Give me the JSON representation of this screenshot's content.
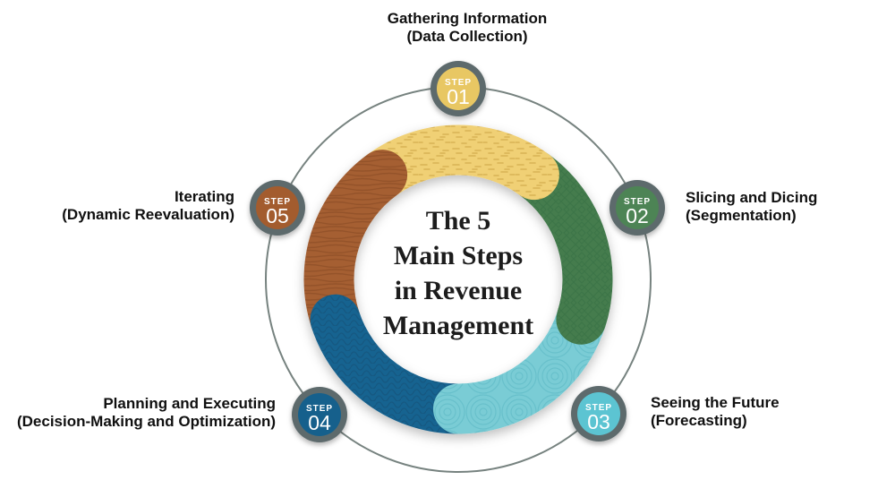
{
  "shared": {
    "step_word": "STEP"
  },
  "title": {
    "lines": [
      "The 5",
      "Main Steps",
      "in Revenue",
      "Management"
    ]
  },
  "steps": [
    {
      "number": "01",
      "label": "Gathering Information",
      "sublabel": "(Data Collection)",
      "color": "#f0d074",
      "texture_color": "#c9a145",
      "badge_color": "#e8c763"
    },
    {
      "number": "02",
      "label": "Slicing and Dicing",
      "sublabel": "(Segmentation)",
      "color": "#447c4d",
      "texture_color": "#346b40",
      "badge_color": "#4d8455"
    },
    {
      "number": "03",
      "label": "Seeing the Future",
      "sublabel": "(Forecasting)",
      "color": "#7accd5",
      "texture_color": "#58b6c2",
      "badge_color": "#5bc4d2"
    },
    {
      "number": "04",
      "label": "Planning and Executing",
      "sublabel": "(Decision-Making and Optimization)",
      "color": "#166390",
      "texture_color": "#0f4d72",
      "badge_color": "#15618c"
    },
    {
      "number": "05",
      "label": "Iterating",
      "sublabel": "(Dynamic Reevaluation)",
      "color": "#a55e31",
      "texture_color": "#844823",
      "badge_color": "#a35b2e"
    }
  ],
  "colors": {
    "badge_ring": "#5d6a6c",
    "orbit_circle": "#76827f",
    "background": "#ffffff",
    "title_text": "#1c1c1c",
    "label_text": "#101010"
  }
}
